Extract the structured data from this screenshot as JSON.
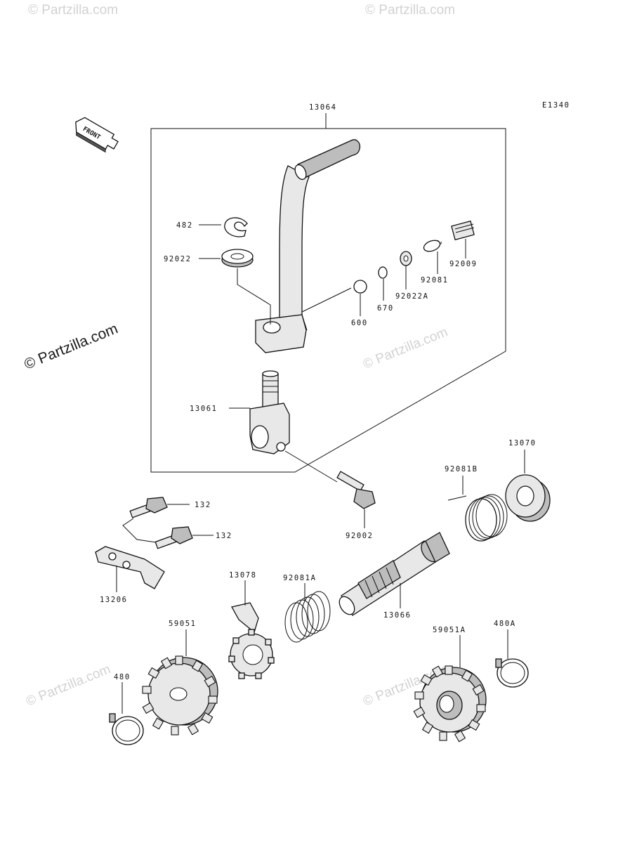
{
  "diagram": {
    "code": "E1340",
    "front_label": "FRONT",
    "parts": [
      {
        "id": "13064",
        "label": "13064"
      },
      {
        "id": "482",
        "label": "482"
      },
      {
        "id": "92022",
        "label": "92022"
      },
      {
        "id": "92009",
        "label": "92009"
      },
      {
        "id": "92081",
        "label": "92081"
      },
      {
        "id": "92022A",
        "label": "92022A"
      },
      {
        "id": "670",
        "label": "670"
      },
      {
        "id": "600",
        "label": "600"
      },
      {
        "id": "13061",
        "label": "13061"
      },
      {
        "id": "13070",
        "label": "13070"
      },
      {
        "id": "92081B",
        "label": "92081B"
      },
      {
        "id": "92002",
        "label": "92002"
      },
      {
        "id": "132a",
        "label": "132"
      },
      {
        "id": "132b",
        "label": "132"
      },
      {
        "id": "13206",
        "label": "13206"
      },
      {
        "id": "13078",
        "label": "13078"
      },
      {
        "id": "92081A",
        "label": "92081A"
      },
      {
        "id": "13066",
        "label": "13066"
      },
      {
        "id": "59051",
        "label": "59051"
      },
      {
        "id": "59051A",
        "label": "59051A"
      },
      {
        "id": "480A",
        "label": "480A"
      },
      {
        "id": "480",
        "label": "480"
      }
    ]
  },
  "watermarks": {
    "main": "© Partzilla.com",
    "faint": "© Partzilla.com"
  }
}
